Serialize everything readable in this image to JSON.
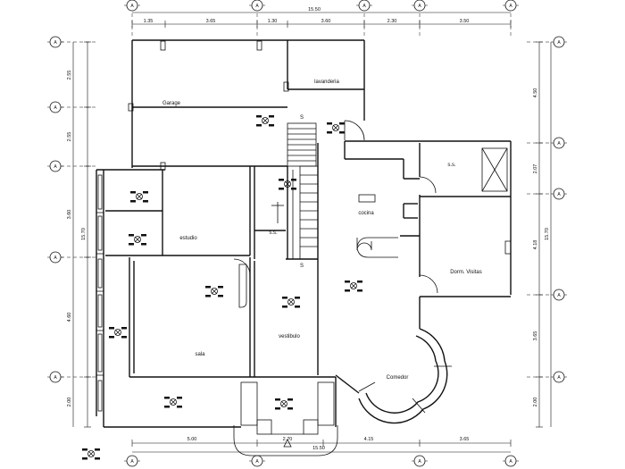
{
  "rooms": {
    "garage": "Garage",
    "lavanderia": "lavanderia",
    "estudio": "estudio",
    "cocina": "cocina",
    "dorm": "Dorm. Visitas",
    "sala": "sala",
    "vestibulo": "vestibulo",
    "comedor": "Comedor",
    "ss1": "s.s.",
    "ss2": "s.s.",
    "s1": "S",
    "s2": "S"
  },
  "dims": {
    "top_total": "15.50",
    "top": [
      "1.35",
      "3.65",
      "1.30",
      "3.60",
      "2.30",
      "3.50"
    ],
    "bottom_total": "15.50",
    "bottom": [
      "5.00",
      "2.70",
      "4.15",
      "3.65"
    ],
    "left_total": "15.70",
    "left": [
      "2.55",
      "2.55",
      "3.60",
      "4.60",
      "2.00"
    ],
    "right_total": "15.70",
    "right": [
      "4.50",
      "2.07",
      "4.18",
      "3.65",
      "2.00"
    ]
  },
  "axis_label": "A"
}
